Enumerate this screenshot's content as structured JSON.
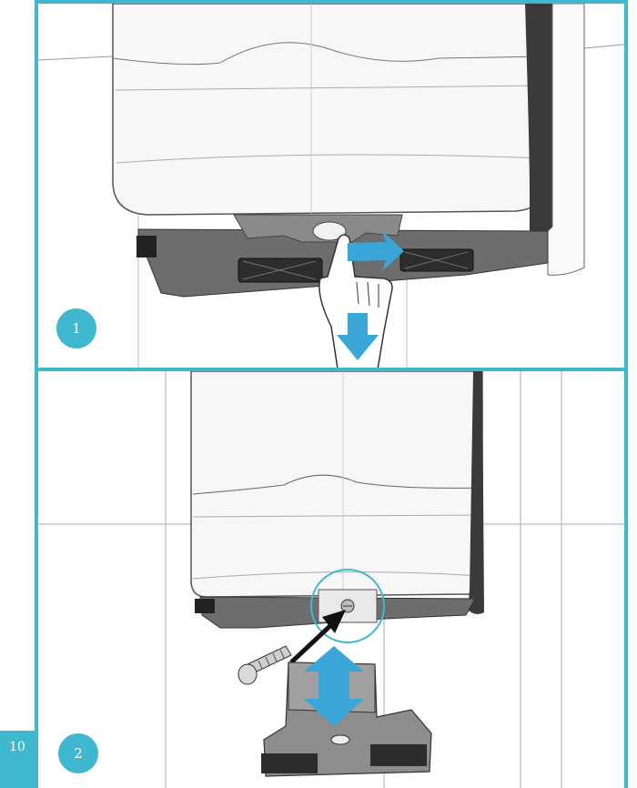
{
  "page": {
    "number": "10"
  },
  "steps": [
    {
      "label": "1"
    },
    {
      "label": "2"
    }
  ],
  "colors": {
    "accent": "#3fb8cf",
    "arrow": "#3aa6d8",
    "device_dark": "#6d6d6d"
  },
  "icons": [
    "hand-icon",
    "screw-icon",
    "double-arrow-icon",
    "down-arrow-icon",
    "black-arrow-icon"
  ]
}
